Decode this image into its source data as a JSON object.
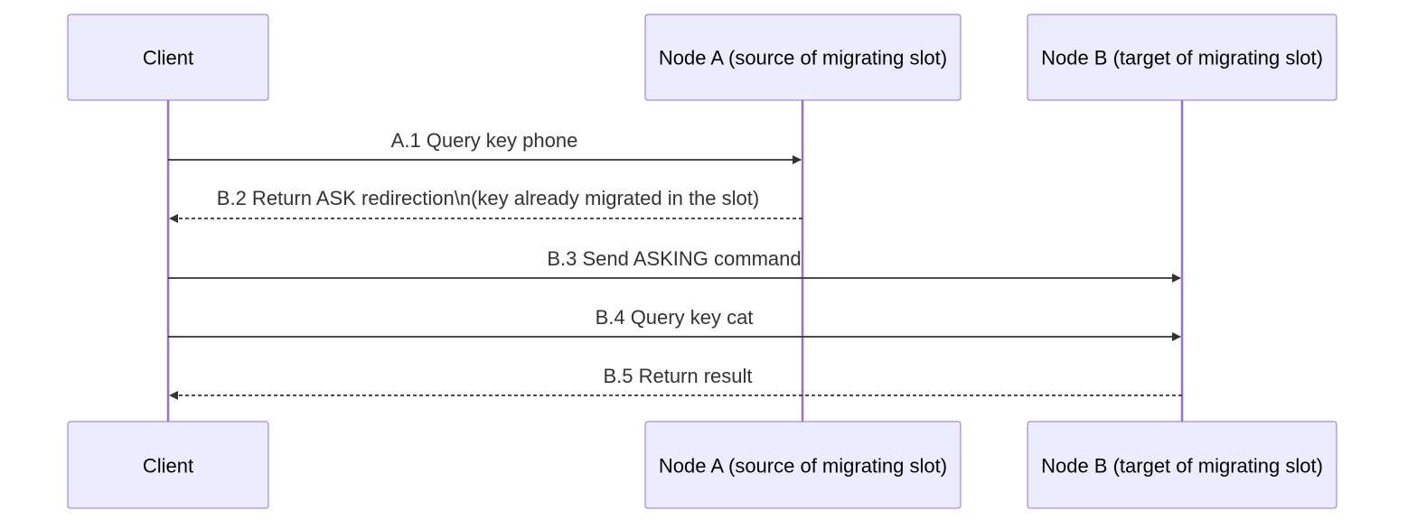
{
  "diagram": {
    "type": "sequence",
    "participants": [
      {
        "id": "client",
        "label": "Client"
      },
      {
        "id": "nodeA",
        "label": "Node A (source of migrating slot)"
      },
      {
        "id": "nodeB",
        "label": "Node B (target of migrating slot)"
      }
    ],
    "messages": [
      {
        "from": "client",
        "to": "nodeA",
        "label": "A.1 Query key phone",
        "style": "solid"
      },
      {
        "from": "nodeA",
        "to": "client",
        "label": "B.2 Return ASK redirection\\n(key already migrated in the slot)",
        "style": "dashed"
      },
      {
        "from": "client",
        "to": "nodeB",
        "label": "B.3 Send ASKING command",
        "style": "solid"
      },
      {
        "from": "client",
        "to": "nodeB",
        "label": "B.4 Query key cat",
        "style": "solid"
      },
      {
        "from": "nodeB",
        "to": "client",
        "label": "B.5 Return result",
        "style": "dashed"
      }
    ],
    "colors": {
      "actor_fill": "#ECECFF",
      "actor_border": "#9370DB",
      "lifeline": "#9370DB",
      "message_line": "#333333",
      "text": "#333333"
    }
  }
}
